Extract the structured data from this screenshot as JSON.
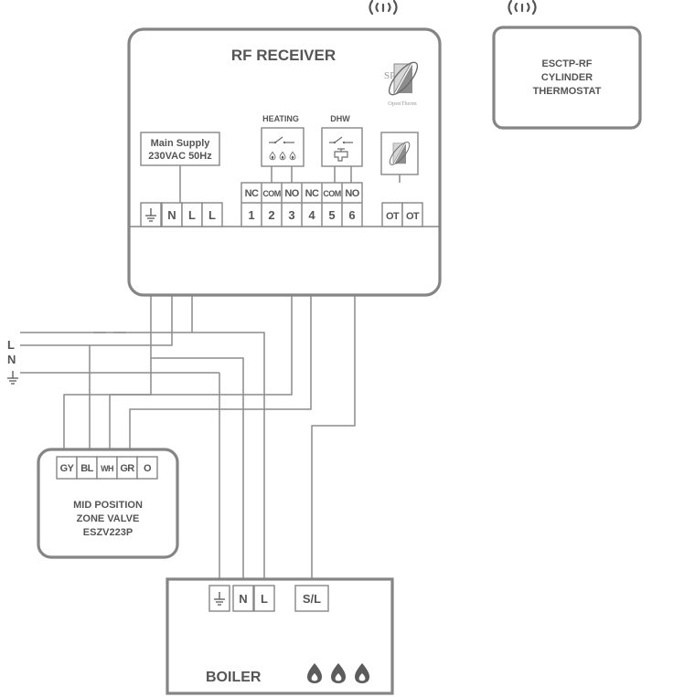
{
  "receiver": {
    "title": "RF RECEIVER",
    "main_supply_line1": "Main Supply",
    "main_supply_line2": "230VAC 50Hz",
    "heating_label": "HEATING",
    "dhw_label": "DHW",
    "brand_mark": "SP",
    "opentherm_text": "OpenTherm",
    "power_terminals": [
      "N",
      "L",
      "L"
    ],
    "relay_terminal_names": [
      "NC",
      "COM",
      "NO",
      "NC",
      "COM",
      "NO"
    ],
    "relay_terminal_numbers": [
      "1",
      "2",
      "3",
      "4",
      "5",
      "6"
    ],
    "ot_terminals": [
      "OT",
      "OT"
    ]
  },
  "thermostat": {
    "line1": "ESCTP-RF",
    "line2": "CYLINDER",
    "line3": "THERMOSTAT"
  },
  "supply_lines": [
    "L",
    "N"
  ],
  "zone_valve": {
    "terminals": [
      "GY",
      "BL",
      "WH",
      "GR",
      "O"
    ],
    "line1": "MID POSITION",
    "line2": "ZONE VALVE",
    "line3": "ESZV223P"
  },
  "boiler": {
    "title": "BOILER",
    "terminals": [
      "N",
      "L",
      "S/L"
    ]
  },
  "icons": [
    "wireless-signal-icon",
    "earth-icon",
    "switch-icon",
    "flame-icon",
    "tap-icon",
    "opentherm-logo-icon"
  ]
}
